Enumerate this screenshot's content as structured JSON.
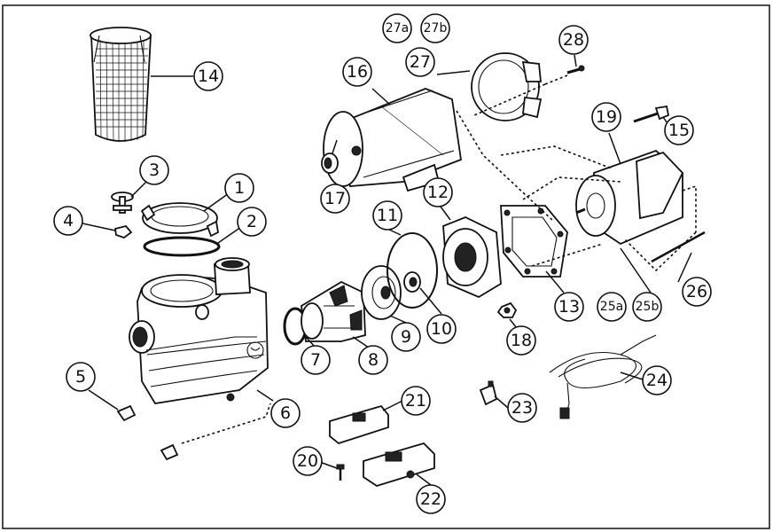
{
  "diagram": {
    "labels": [
      "1",
      "2",
      "3",
      "4",
      "5",
      "6",
      "7",
      "8",
      "9",
      "10",
      "11",
      "12",
      "13",
      "14",
      "15",
      "16",
      "17",
      "18",
      "19",
      "20",
      "21",
      "22",
      "23",
      "24",
      "25a",
      "25b",
      "26",
      "27",
      "27a",
      "27b",
      "28"
    ]
  }
}
